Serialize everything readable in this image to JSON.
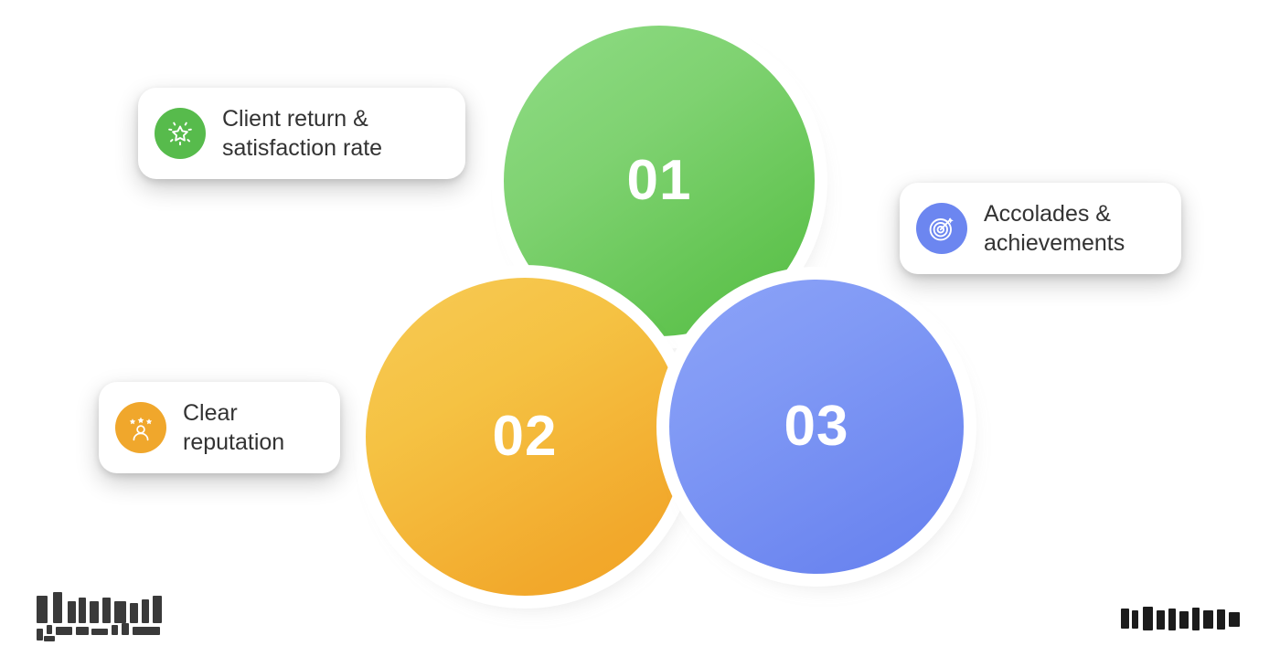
{
  "diagram": {
    "type": "venn-style-overlapping-circles",
    "background_color": "#ffffff",
    "circles": [
      {
        "id": "01",
        "number": "01",
        "color_light": "#8FDC85",
        "color_deep": "#55BC45",
        "halo_color": "#ffffff",
        "stack_order": "back",
        "linked_label": "Client return & satisfaction rate"
      },
      {
        "id": "02",
        "number": "02",
        "color_light": "#F7CA55",
        "color_deep": "#F0A324",
        "halo_color": "#ffffff",
        "stack_order": "middle",
        "linked_label": "Clear reputation"
      },
      {
        "id": "03",
        "number": "03",
        "color_light": "#8CA3F8",
        "color_deep": "#6580EE",
        "halo_color": "#ffffff",
        "stack_order": "front",
        "linked_label": "Accolades & achievements"
      }
    ],
    "labels": [
      {
        "id": "client-return",
        "text": "Client return &\nsatisfaction rate",
        "icon": "sparkle-star-icon",
        "icon_bg": "#57BB4C",
        "text_color": "#333333",
        "position": "top-left"
      },
      {
        "id": "accolades",
        "text": "Accolades &\nachievements",
        "icon": "target-bullseye-icon",
        "icon_bg": "#6C86F0",
        "text_color": "#333333",
        "position": "right"
      },
      {
        "id": "clear-reputation",
        "text": "Clear\nreputation",
        "icon": "user-rating-stars-icon",
        "icon_bg": "#F0A72C",
        "text_color": "#333333",
        "position": "bottom-left"
      }
    ],
    "marks": {
      "logo": {
        "state": "redacted",
        "color": "#3a3a3a",
        "position": "bottom-left"
      },
      "watermark": {
        "state": "redacted",
        "color": "#1c1c1c",
        "position": "bottom-right"
      }
    }
  }
}
